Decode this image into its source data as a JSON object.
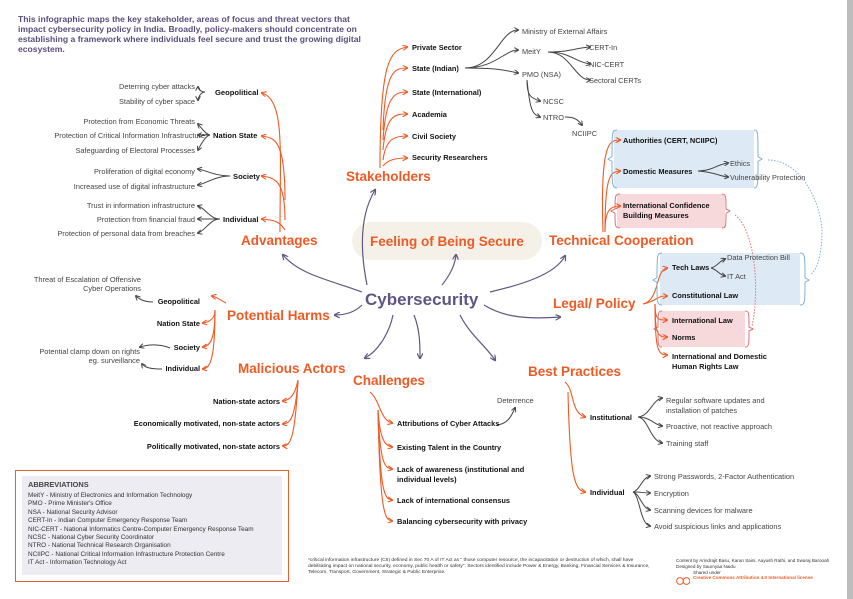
{
  "intro": "This infographic maps the key stakeholder, areas of focus and threat vectors that impact cybersecurity policy in India. Broadly, policy-makers should concentrate on establishing a framework where individuals feel secure and trust the growing digital ecosystem.",
  "center": "Cybersecurity",
  "goal": "Feeling of Being Secure",
  "advantages": {
    "title": "Advantages",
    "groups": [
      {
        "label": "Geopolitical",
        "items": [
          "Deterring cyber attacks",
          "Stability of cyber space"
        ]
      },
      {
        "label": "Nation State",
        "items": [
          "Protection from Economic Threats",
          "Protection of Critical Information Infrastructure*",
          "Safeguarding of Electoral Processes"
        ]
      },
      {
        "label": "Society",
        "items": [
          "Proliferation of digital economy",
          "Increased use of digital infrastructure"
        ]
      },
      {
        "label": "Individual",
        "items": [
          "Trust in information infrastructure",
          "Protection from financial fraud",
          "Protection of personal data from breaches"
        ]
      }
    ]
  },
  "stakeholders": {
    "title": "Stakeholders",
    "items": [
      "Private Sector",
      "State (Indian)",
      "State (International)",
      "Academia",
      "Civil Society",
      "Security Researchers"
    ],
    "state_branches": [
      "Ministry of External Affairs",
      "MeitY",
      "PMO (NSA)"
    ],
    "meity_branches": [
      "CERT-In",
      "NIC-CERT",
      "Sectoral CERTs"
    ],
    "pmo_branches": [
      "NCSC",
      "NTRO"
    ],
    "ntro_branch": "NCIIPC"
  },
  "technical": {
    "title": "Technical Cooperation",
    "items": [
      "Authorities (CERT, NCIIPC)",
      "Domestic Measures",
      "International Confidence Building Measures"
    ],
    "domestic_branches": [
      "Ethics",
      "Vulnerability Protection"
    ]
  },
  "legal": {
    "title": "Legal/ Policy",
    "items": [
      "Tech Laws",
      "Constitutional Law",
      "International Law",
      "Norms",
      "International and Domestic Human Rights Law"
    ],
    "tech_law_branches": [
      "Data Protection Bill",
      "IT Act"
    ]
  },
  "harms": {
    "title": "Potential Harms",
    "groups": [
      "Geopolitical",
      "Nation State",
      "Society",
      "Individual"
    ],
    "geopolitical_note": "Threat of Escalation of Offensive Cyber Operations",
    "society_note": "Potential clamp down on rights eg. surveillance"
  },
  "actors": {
    "title": "Malicious Actors",
    "items": [
      "Nation-state actors",
      "Economically motivated, non-state actors",
      "Politically motivated, non-state actors"
    ]
  },
  "challenges": {
    "title": "Challenges",
    "items": [
      "Attributions of Cyber Attacks",
      "Existing Talent in the Country",
      "Lack of awareness (institutional and individual levels)",
      "Lack of international consensus",
      "Balancing cybersecurity with privacy"
    ],
    "attribution_branch": "Deterrence"
  },
  "practices": {
    "title": "Best Practices",
    "institutional": {
      "label": "Institutional",
      "items": [
        "Regular software updates and installation of patches",
        "Proactive, not reactive approach",
        "Training staff"
      ]
    },
    "individual": {
      "label": "Individual",
      "items": [
        "Strong Passwords, 2-Factor Authentication",
        "Encryption",
        "Scanning devices for malware",
        "Avoid suspicious links and applications"
      ]
    }
  },
  "abbreviations": {
    "title": "ABBREVIATIONS",
    "rows": [
      "MeitY - Ministry of Electronics and Information Technology",
      "PMO - Prime Minister's Office",
      "NSA - National Security Advisor",
      "CERT-In - Indian Computer Emergency Response Team",
      "NIC-CERT - National Informatics Centre-Computer Emergency Response Team",
      "NCSC - National Cyber Security Coordinator",
      "NTRO - National Technical Research Organisation",
      "NCIIPC - National Critical Information Infrastructure Protection Centre",
      "IT Act - Information Technology Act"
    ]
  },
  "footnote": "*critical information infrastructure (CII) defined in Sec 70 A of IT Act as \" those computer resource, the incapacitation or destruction of which, shall have debilitating impact on national security, economy, public health or safety\". Sectors identified include Power & Energy, Banking, Financial Services & Insurance, Telecom, Transport, Government, Strategic & Public Enterprise.",
  "credits": {
    "content": "Content by Arindrajit Basu, Karan Saini, Aayush Rathi, and Swaraj Barooah",
    "design": "Designed by Saumyaa Naidu",
    "shared": "Shared under",
    "license": "Creative Commons Attribution 4.0 International license"
  }
}
